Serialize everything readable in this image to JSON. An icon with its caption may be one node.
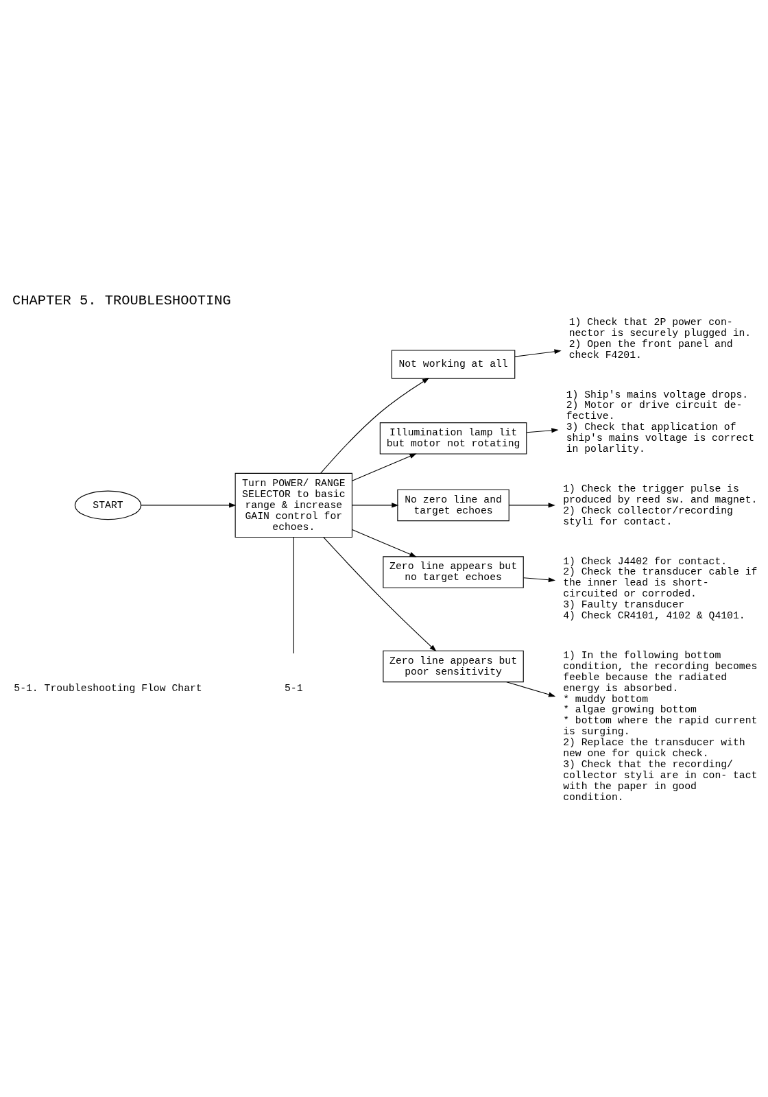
{
  "diagram": {
    "title": "CHAPTER 5. TROUBLESHOOTING",
    "nodes": [
      {
        "text": [
          "START"
        ]
      },
      {
        "text": [
          "Turn POWER/ RANGE SELECTOR to basic range & increase GAIN control for echoes."
        ]
      },
      {
        "text": [
          "Not working at all"
        ]
      },
      {
        "text": [
          "1) Check that 2P power con- nector is securely plugged in.",
          "2) Open the front panel and check F4201."
        ]
      },
      {
        "text": [
          "Illumination lamp lit but motor not rotating"
        ]
      },
      {
        "text": [
          "1) Ship's mains voltage drops.",
          "2) Motor or drive circuit de- fective.",
          "3) Check that application of ship's mains voltage is correct in polarlity."
        ]
      },
      {
        "text": [
          "No zero line and target echoes"
        ]
      },
      {
        "text": [
          "1) Check the trigger pulse is produced by reed sw. and magnet.",
          "2) Check collector/recording styli for contact."
        ]
      },
      {
        "text": [
          "Zero line appears but no target echoes"
        ]
      },
      {
        "text": [
          "1) Check J4402 for contact.",
          "2) Check the transducer cable if the inner lead is short- circuited or corroded.",
          "3) Faulty transducer",
          "4) Check CR4101, 4102 & Q4101."
        ]
      },
      {
        "text": [
          "Zero line appears but poor sensitivity"
        ]
      },
      {
        "text": [
          "1) In the following bottom condition, the recording becomes feeble because the radiated energy is absorbed.",
          "* muddy bottom",
          "* algae growing bottom",
          "* bottom where the rapid current is surging.",
          "2) Replace the transducer with new one for quick check.",
          "3) Check that the recording/ collector styli are in con- tact with the paper in good condition."
        ]
      }
    ],
    "edges": [
      {
        "from": 0,
        "to": 1,
        "arrow": "to"
      },
      {
        "from": 1,
        "to": 2,
        "arrow": "to"
      },
      {
        "from": 1,
        "to": 4,
        "arrow": "to"
      },
      {
        "from": 1,
        "to": 6,
        "arrow": "to"
      },
      {
        "from": 1,
        "to": 8,
        "arrow": "to"
      },
      {
        "from": 1,
        "to": 10,
        "arrow": "to"
      },
      {
        "from": 2,
        "to": 3,
        "arrow": "to"
      },
      {
        "from": 4,
        "to": 5,
        "arrow": "to"
      },
      {
        "from": 6,
        "to": 7,
        "arrow": "to"
      },
      {
        "from": 8,
        "to": 9,
        "arrow": "to"
      },
      {
        "from": 10,
        "to": 11,
        "arrow": "to"
      },
      {
        "from": 1,
        "to": null,
        "arrow": "none"
      }
    ],
    "labels": [
      "5-1. Troubleshooting Flow Chart",
      "5-1"
    ]
  }
}
